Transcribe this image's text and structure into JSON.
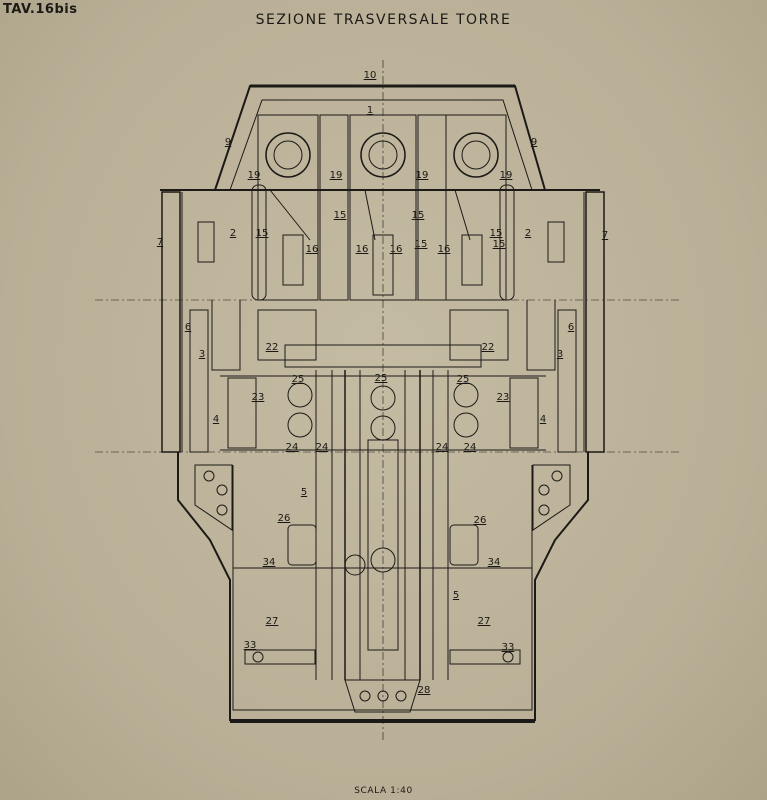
{
  "plate": "TAV.16bis",
  "title": "SEZIONE TRASVERSALE TORRE",
  "scale": "SCALA 1:40",
  "labels": [
    {
      "text": "10"
    },
    {
      "text": "1"
    },
    {
      "text": "9"
    },
    {
      "text": "9"
    },
    {
      "text": "19"
    },
    {
      "text": "19"
    },
    {
      "text": "19"
    },
    {
      "text": "19"
    },
    {
      "text": "2"
    },
    {
      "text": "2"
    },
    {
      "text": "7"
    },
    {
      "text": "7"
    },
    {
      "text": "15"
    },
    {
      "text": "15"
    },
    {
      "text": "15"
    },
    {
      "text": "15"
    },
    {
      "text": "15"
    },
    {
      "text": "15"
    },
    {
      "text": "16"
    },
    {
      "text": "16"
    },
    {
      "text": "16"
    },
    {
      "text": "16"
    },
    {
      "text": "6"
    },
    {
      "text": "6"
    },
    {
      "text": "3"
    },
    {
      "text": "3"
    },
    {
      "text": "22"
    },
    {
      "text": "22"
    },
    {
      "text": "25"
    },
    {
      "text": "25"
    },
    {
      "text": "25"
    },
    {
      "text": "23"
    },
    {
      "text": "23"
    },
    {
      "text": "4"
    },
    {
      "text": "4"
    },
    {
      "text": "24"
    },
    {
      "text": "24"
    },
    {
      "text": "24"
    },
    {
      "text": "24"
    },
    {
      "text": "5"
    },
    {
      "text": "5"
    },
    {
      "text": "26"
    },
    {
      "text": "26"
    },
    {
      "text": "34"
    },
    {
      "text": "34"
    },
    {
      "text": "27"
    },
    {
      "text": "27"
    },
    {
      "text": "33"
    },
    {
      "text": "33"
    },
    {
      "text": "28"
    }
  ],
  "colors": {
    "paper": "#bdb39a",
    "ink": "#1c1a16"
  }
}
